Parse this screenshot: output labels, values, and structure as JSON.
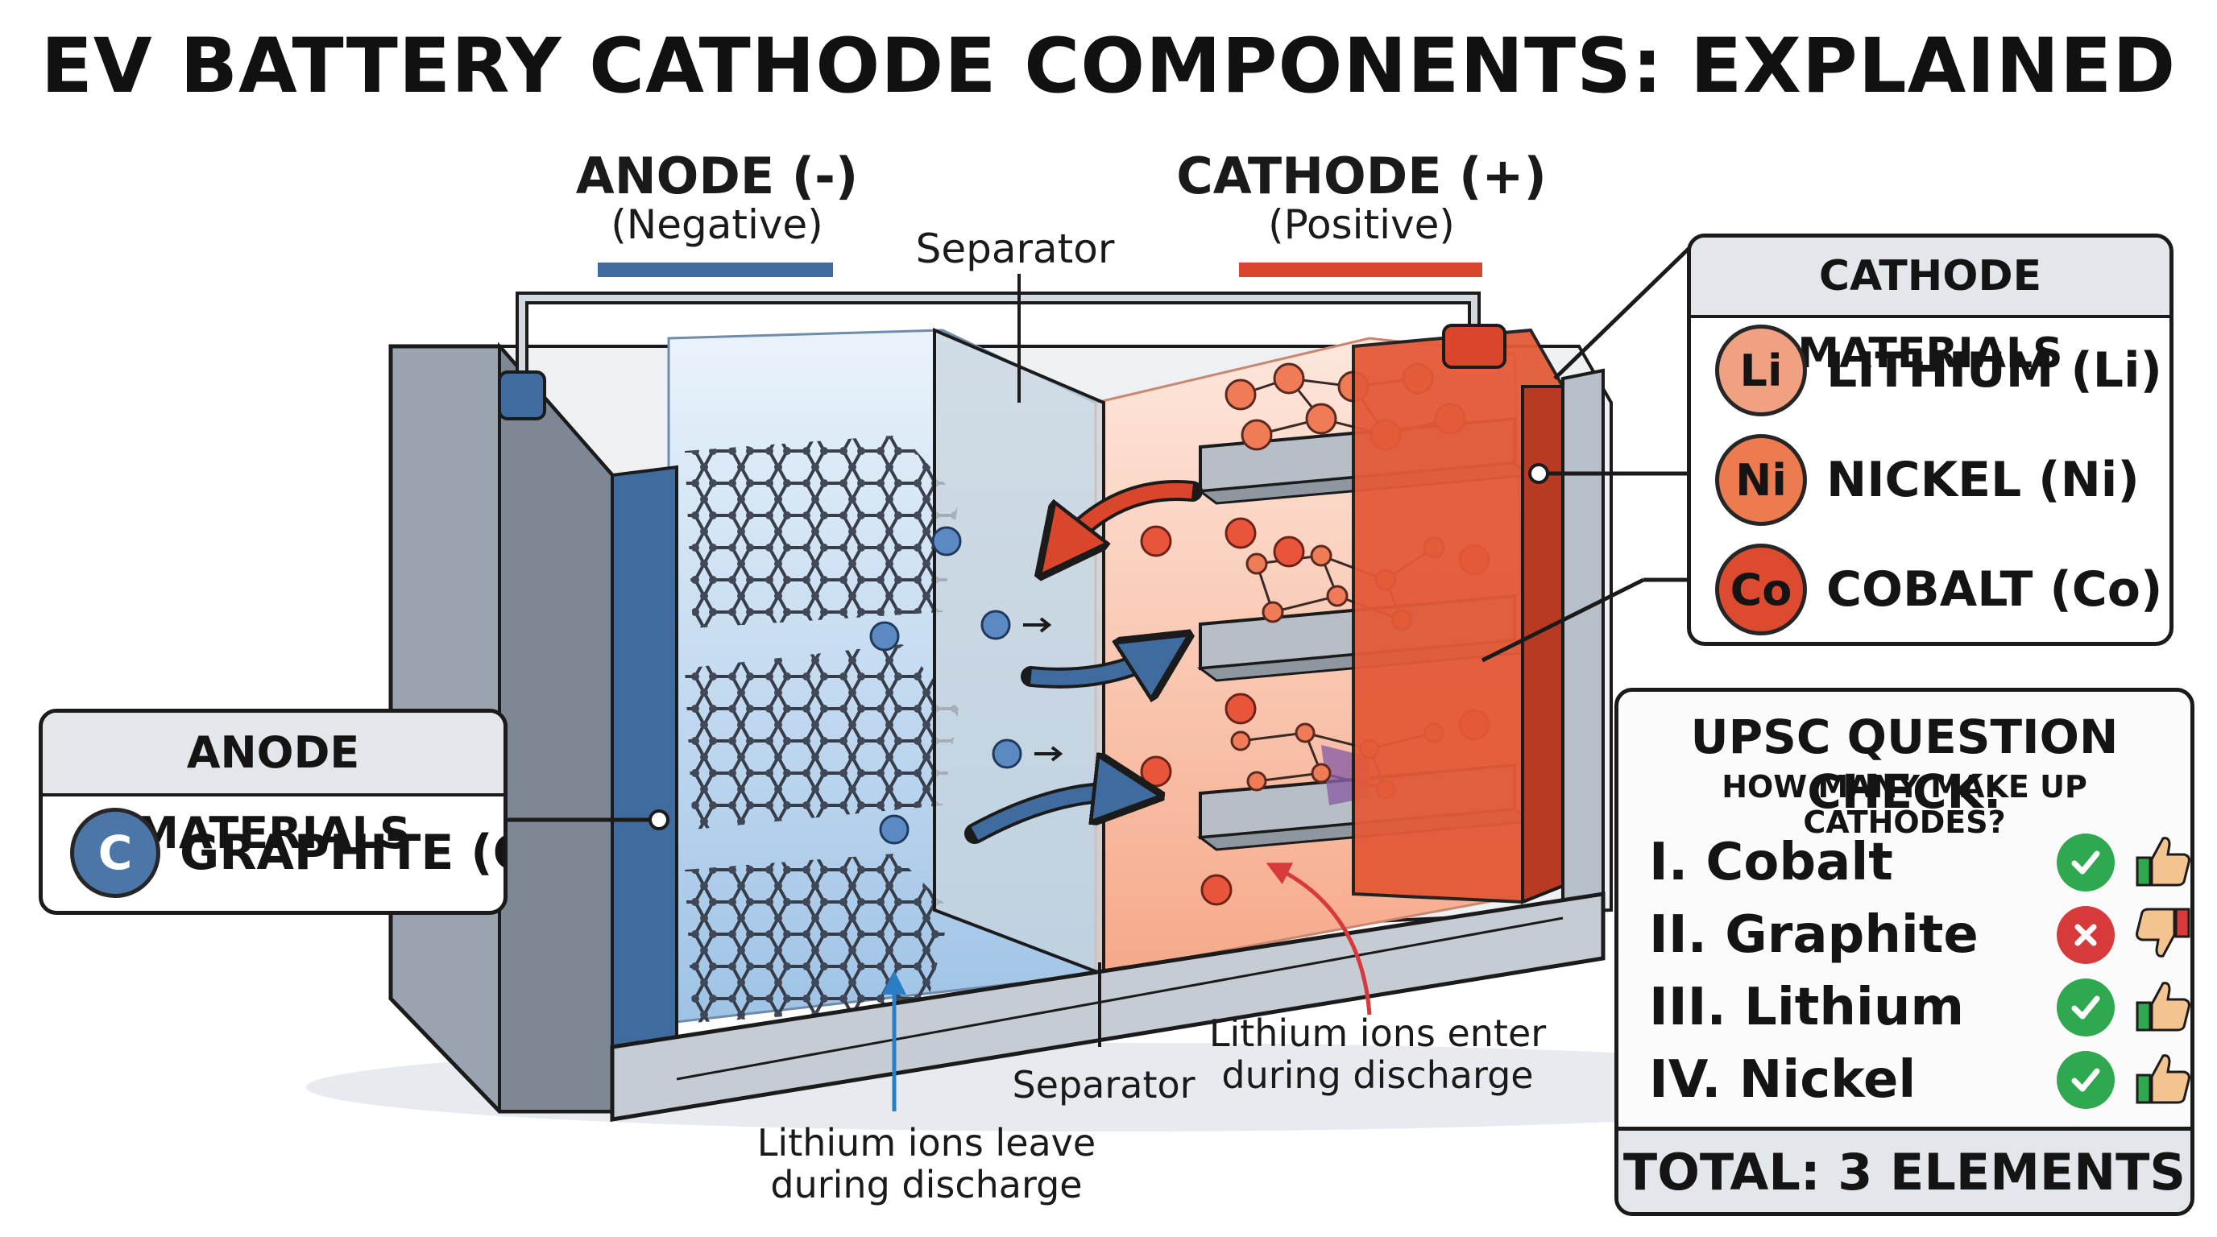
{
  "title": "EV BATTERY CATHODE COMPONENTS: EXPLAINED",
  "anode": {
    "title": "ANODE (-)",
    "subtitle": "(Negative)",
    "color": "#3f6b9e"
  },
  "cathode": {
    "title": "CATHODE (+)",
    "subtitle": "(Positive)",
    "color": "#d9462b"
  },
  "separator_top_label": "Separator",
  "separator_bottom_label": "Separator",
  "anode_ion_caption": {
    "line1": "Lithium ions leave",
    "line2": "during discharge"
  },
  "cathode_ion_caption": {
    "line1": "Lithium ions enter",
    "line2": "during discharge"
  },
  "cathode_materials": {
    "heading": "CATHODE MATERIALS",
    "items": [
      {
        "symbol": "Li",
        "name": "LITHIUM (Li)",
        "color": "#f0a182"
      },
      {
        "symbol": "Ni",
        "name": "NICKEL (Ni)",
        "color": "#ec7b4f"
      },
      {
        "symbol": "Co",
        "name": "COBALT (Co)",
        "color": "#dc4a30"
      }
    ]
  },
  "anode_materials": {
    "heading": "ANODE MATERIALS",
    "items": [
      {
        "symbol": "C",
        "name": "GRAPHITE (C)",
        "color": "#4c75a8"
      }
    ]
  },
  "question": {
    "heading": "UPSC QUESTION CHECK:",
    "subheading": "HOW MANY MAKE UP CATHODES?",
    "items": [
      {
        "label": "I. Cobalt",
        "correct": true,
        "mark_icon": "check-icon",
        "thumb_icon": "thumbs-up-icon"
      },
      {
        "label": "II. Graphite",
        "correct": false,
        "mark_icon": "cross-icon",
        "thumb_icon": "thumbs-down-icon"
      },
      {
        "label": "III. Lithium",
        "correct": true,
        "mark_icon": "check-icon",
        "thumb_icon": "thumbs-up-icon"
      },
      {
        "label": "IV. Nickel",
        "correct": true,
        "mark_icon": "check-icon",
        "thumb_icon": "thumbs-up-icon"
      }
    ],
    "total": "TOTAL: 3 ELEMENTS",
    "check_color": "#2fa84f",
    "cross_color": "#d8393a"
  }
}
